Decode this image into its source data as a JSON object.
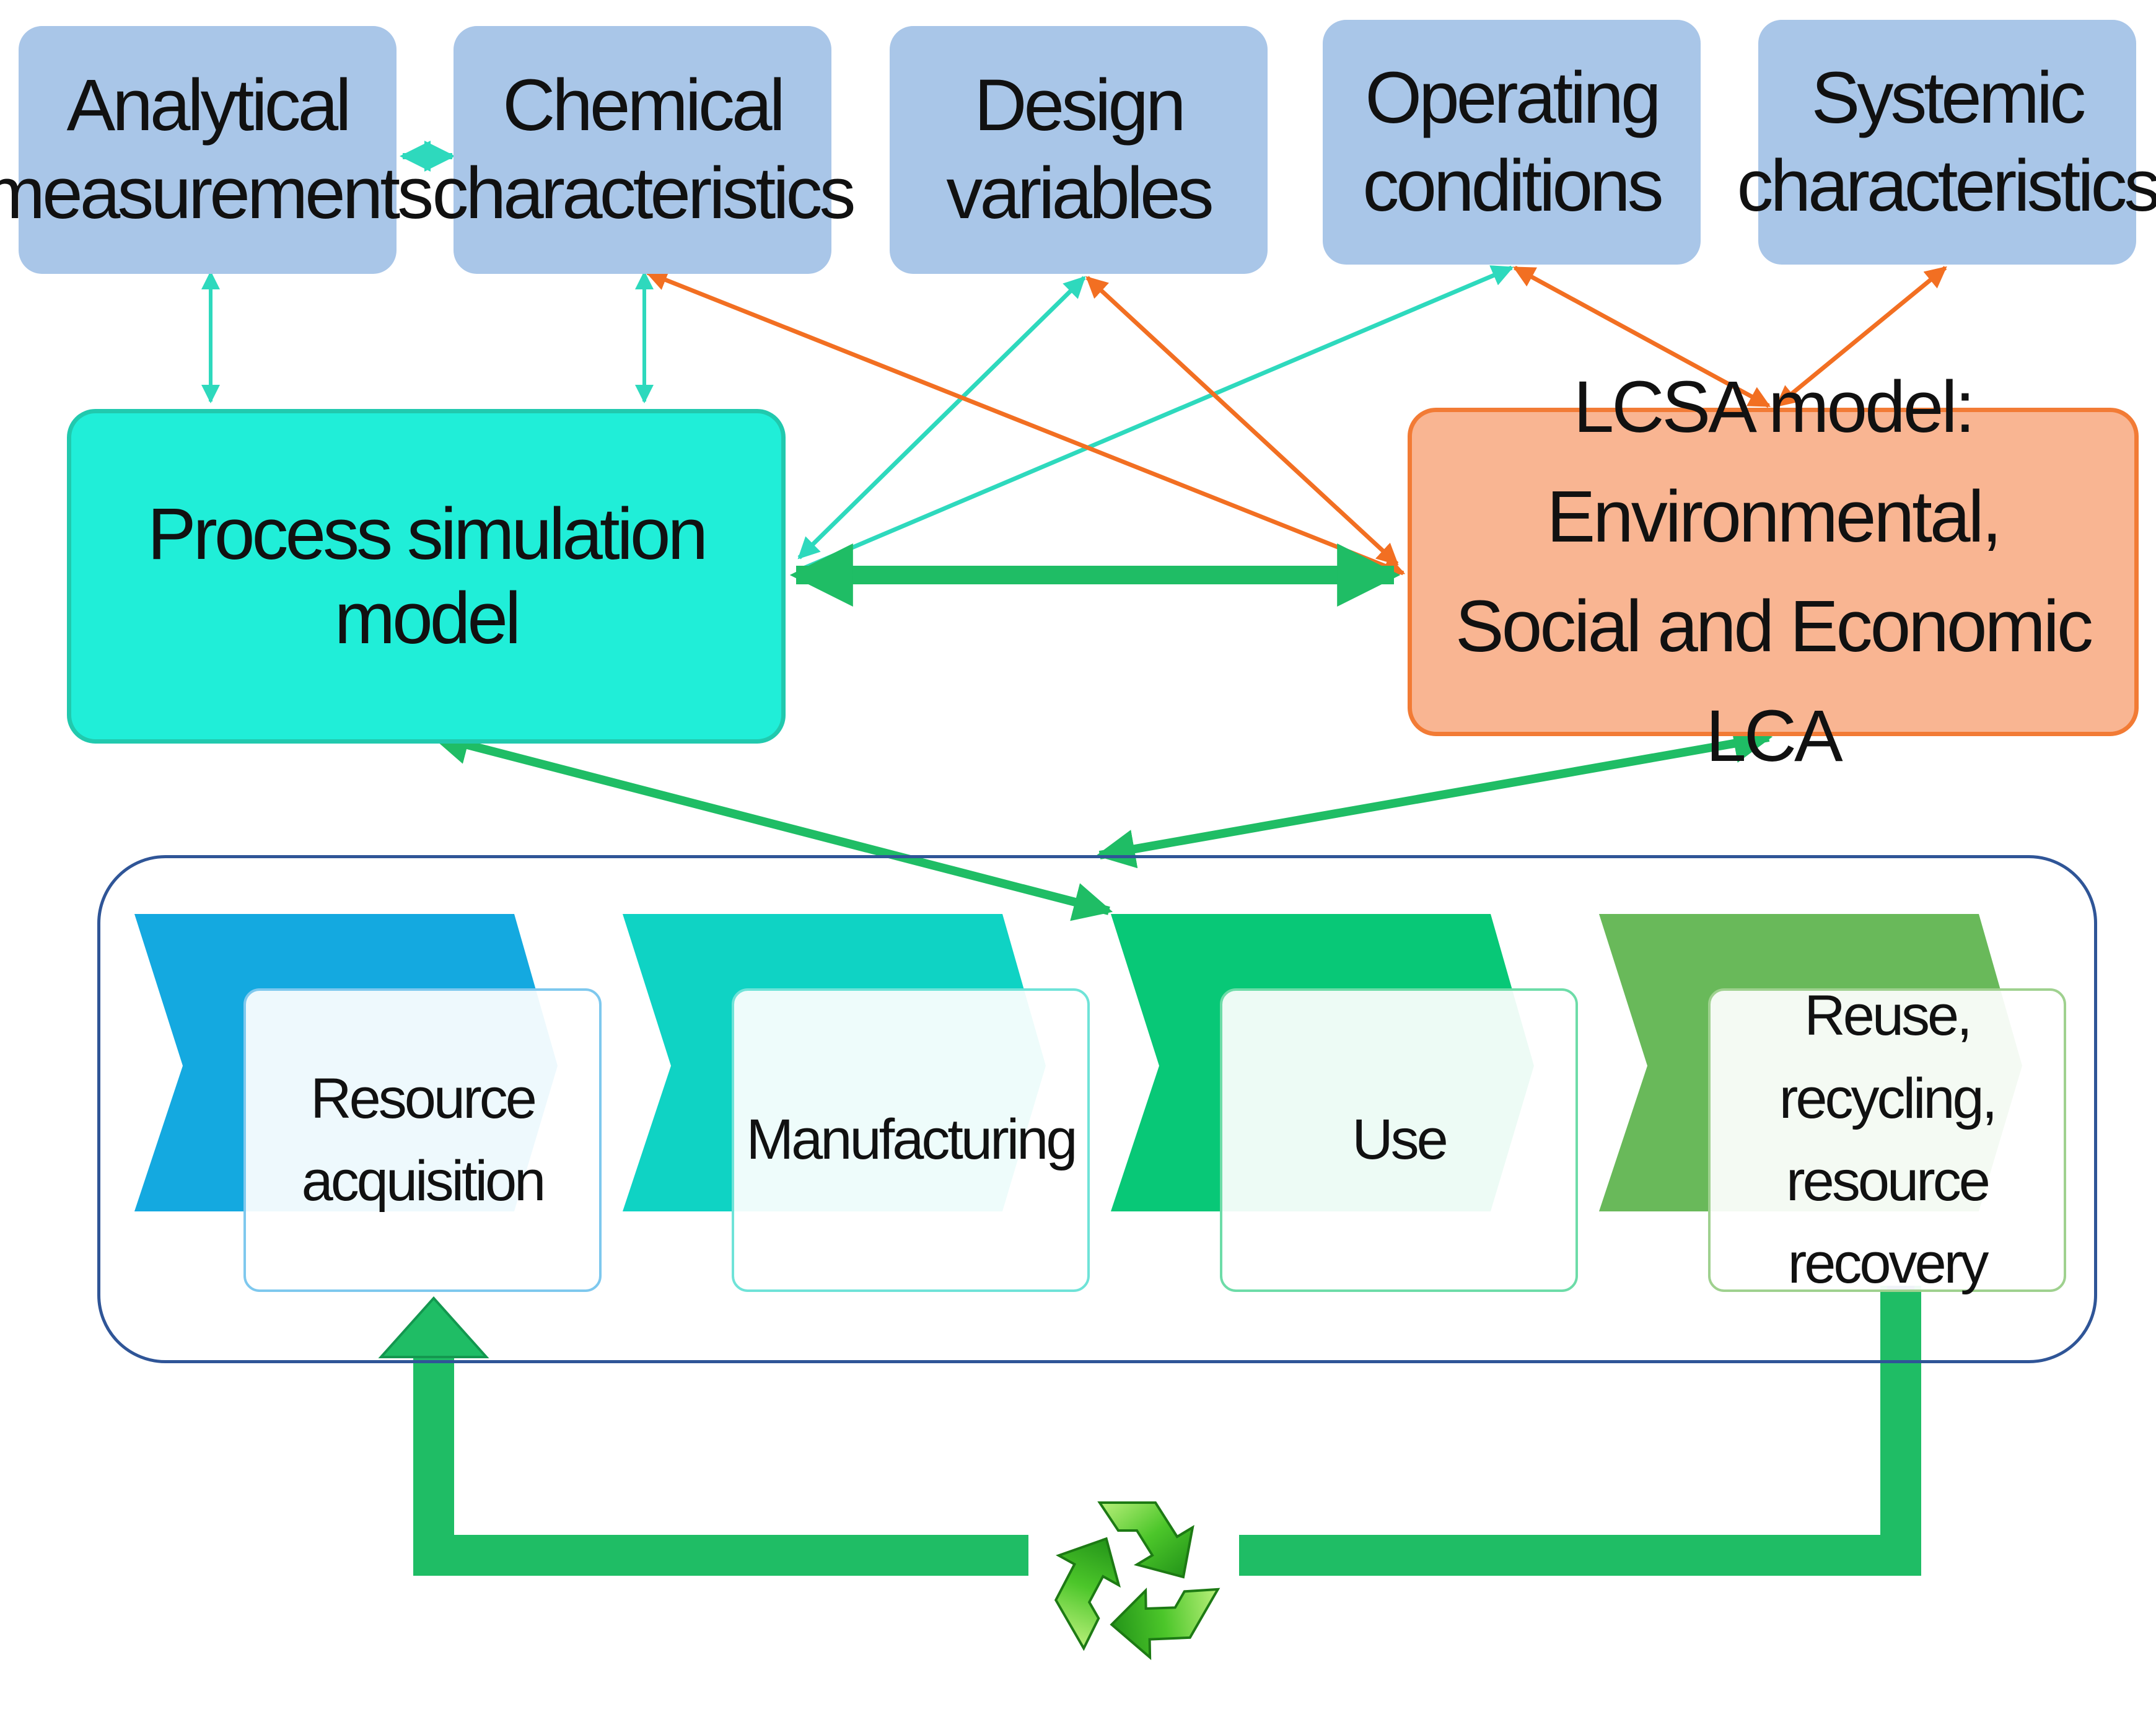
{
  "parameters": [
    {
      "id": "analytical",
      "lines": [
        "Analytical",
        "measurements"
      ]
    },
    {
      "id": "chemical",
      "lines": [
        "Chemical",
        "characteristics"
      ]
    },
    {
      "id": "design",
      "lines": [
        "Design",
        "variables"
      ]
    },
    {
      "id": "operating",
      "lines": [
        "Operating",
        "conditions"
      ]
    },
    {
      "id": "systemic",
      "lines": [
        "Systemic",
        "characteristics"
      ]
    }
  ],
  "process_model": {
    "label": "Process simulation model"
  },
  "lcsa_model": {
    "lines": [
      "LCSA model: Environmental,",
      "Social and Economic LCA"
    ]
  },
  "lifecycle_stages": [
    {
      "lines": [
        "Resource",
        "acquisition"
      ],
      "color": "#14a9e0"
    },
    {
      "lines": [
        "Manufacturing"
      ],
      "color": "#0fd3c4"
    },
    {
      "lines": [
        "Use"
      ],
      "color": "#08c877"
    },
    {
      "lines": [
        "Reuse, recycling,",
        "resource recovery"
      ],
      "color": "#69b95a"
    }
  ],
  "colors": {
    "parameter_box": "#a9c6e8",
    "process_model": "#20eed8",
    "lcsa_model": "#f9b592",
    "teal_arrow": "#2ed9bd",
    "orange_arrow": "#f26f22",
    "green_arrow": "#1fbd65",
    "frame": "#2f5597"
  },
  "icons": {
    "recycle": "recycle-icon"
  }
}
